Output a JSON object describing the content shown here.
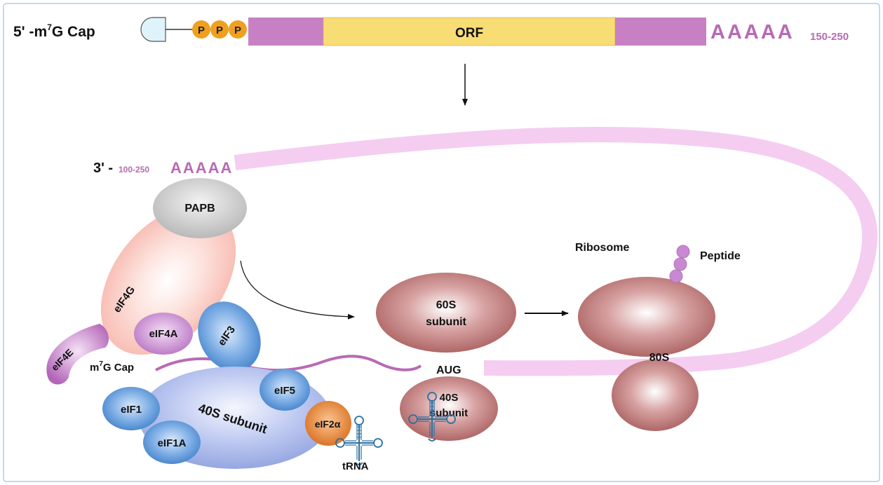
{
  "mrna": {
    "cap_label": "5' -m",
    "cap_sup": "7",
    "cap_suffix": "G Cap",
    "phosphates": [
      "P",
      "P",
      "P"
    ],
    "orf_label": "ORF",
    "polya_label": "AAAAA",
    "polya_length": "150-250"
  },
  "loop": {
    "prefix": "3' -",
    "polya_length": "100-250",
    "polya_label": "AAAAA"
  },
  "factors": {
    "papb": "PAPB",
    "eif4g": "eIF4G",
    "eif4e": "eIF4E",
    "eif4a": "eIF4A",
    "eif3": "eIF3",
    "cap_m": "m",
    "cap_sup": "7",
    "cap_suffix": "G Cap",
    "eif1": "eIF1",
    "eif1a": "eIF1A",
    "eif5": "eIF5",
    "eif2a": "eIF2α",
    "subunit_40s": "40S subunit",
    "trna": "tRNA"
  },
  "ribosome": {
    "s60_line1": "60S",
    "s60_line2": "subunit",
    "aug": "AUG",
    "s40_line1": "40S",
    "s40_line2": "subunit",
    "ribosome_label": "Ribosome",
    "peptide_label": "Peptide",
    "s80_label": "80S"
  },
  "colors": {
    "border": "#a8d0ee",
    "orf": "#f8dc74",
    "utr": "#c880c4",
    "phosphate": "#f0a020",
    "cap": "#dff3fb",
    "polya_text": "#b86ab4",
    "loop": "#f3c8f0",
    "papb": "#c8c8c8",
    "eif4g": "#f9c6bd",
    "eif4e": "#c070c0",
    "eif4a": "#c98ad0",
    "blue_factor": "#5e9ad8",
    "subunit_40s": "#9db0e6",
    "eif2a": "#e07a2a",
    "ribosome": "#b66a6a",
    "trna": "#2a6fa0"
  }
}
